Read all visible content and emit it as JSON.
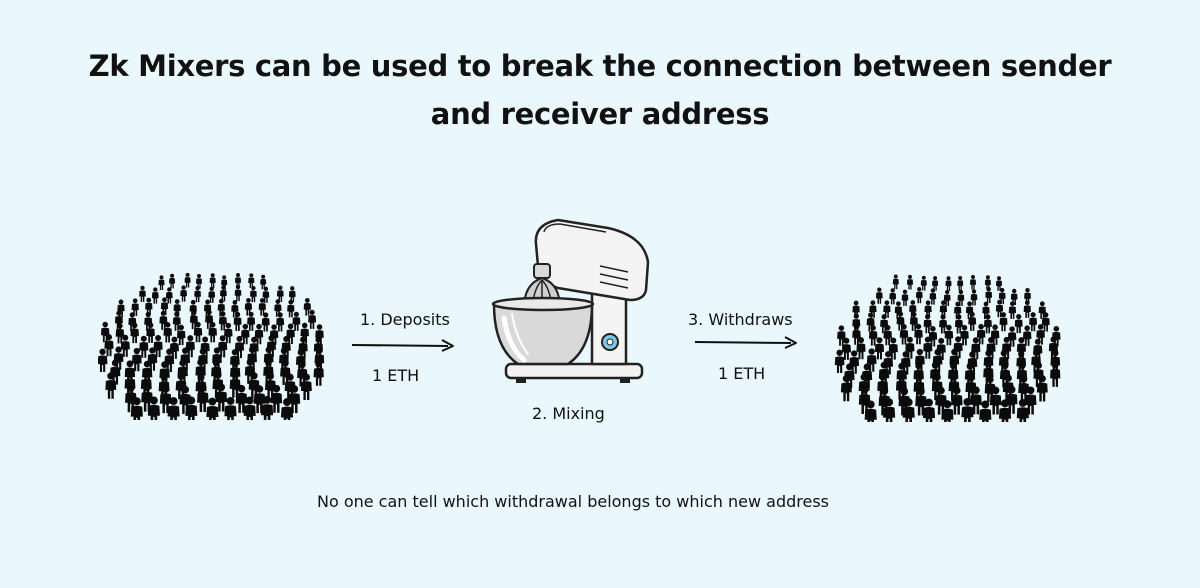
{
  "title": {
    "line1": "Zk Mixers can be used to break the connection between sender",
    "line2": "and receiver address"
  },
  "steps": {
    "deposit_label": "1. Deposits",
    "deposit_amount": "1 ETH",
    "mixing_label": "2. Mixing",
    "withdraw_label": "3. Withdraws",
    "withdraw_amount": "1 ETH"
  },
  "caption": "No one can tell which withdrawal belongs to which new address",
  "icons": {
    "senders": "crowd-icon",
    "mixer": "stand-mixer-icon",
    "receivers": "crowd-icon"
  },
  "colors": {
    "background": "#eaf8fd",
    "ink": "#111111",
    "mixer_body": "#f4f4f4",
    "mixer_dial": "#7ec8e8"
  }
}
